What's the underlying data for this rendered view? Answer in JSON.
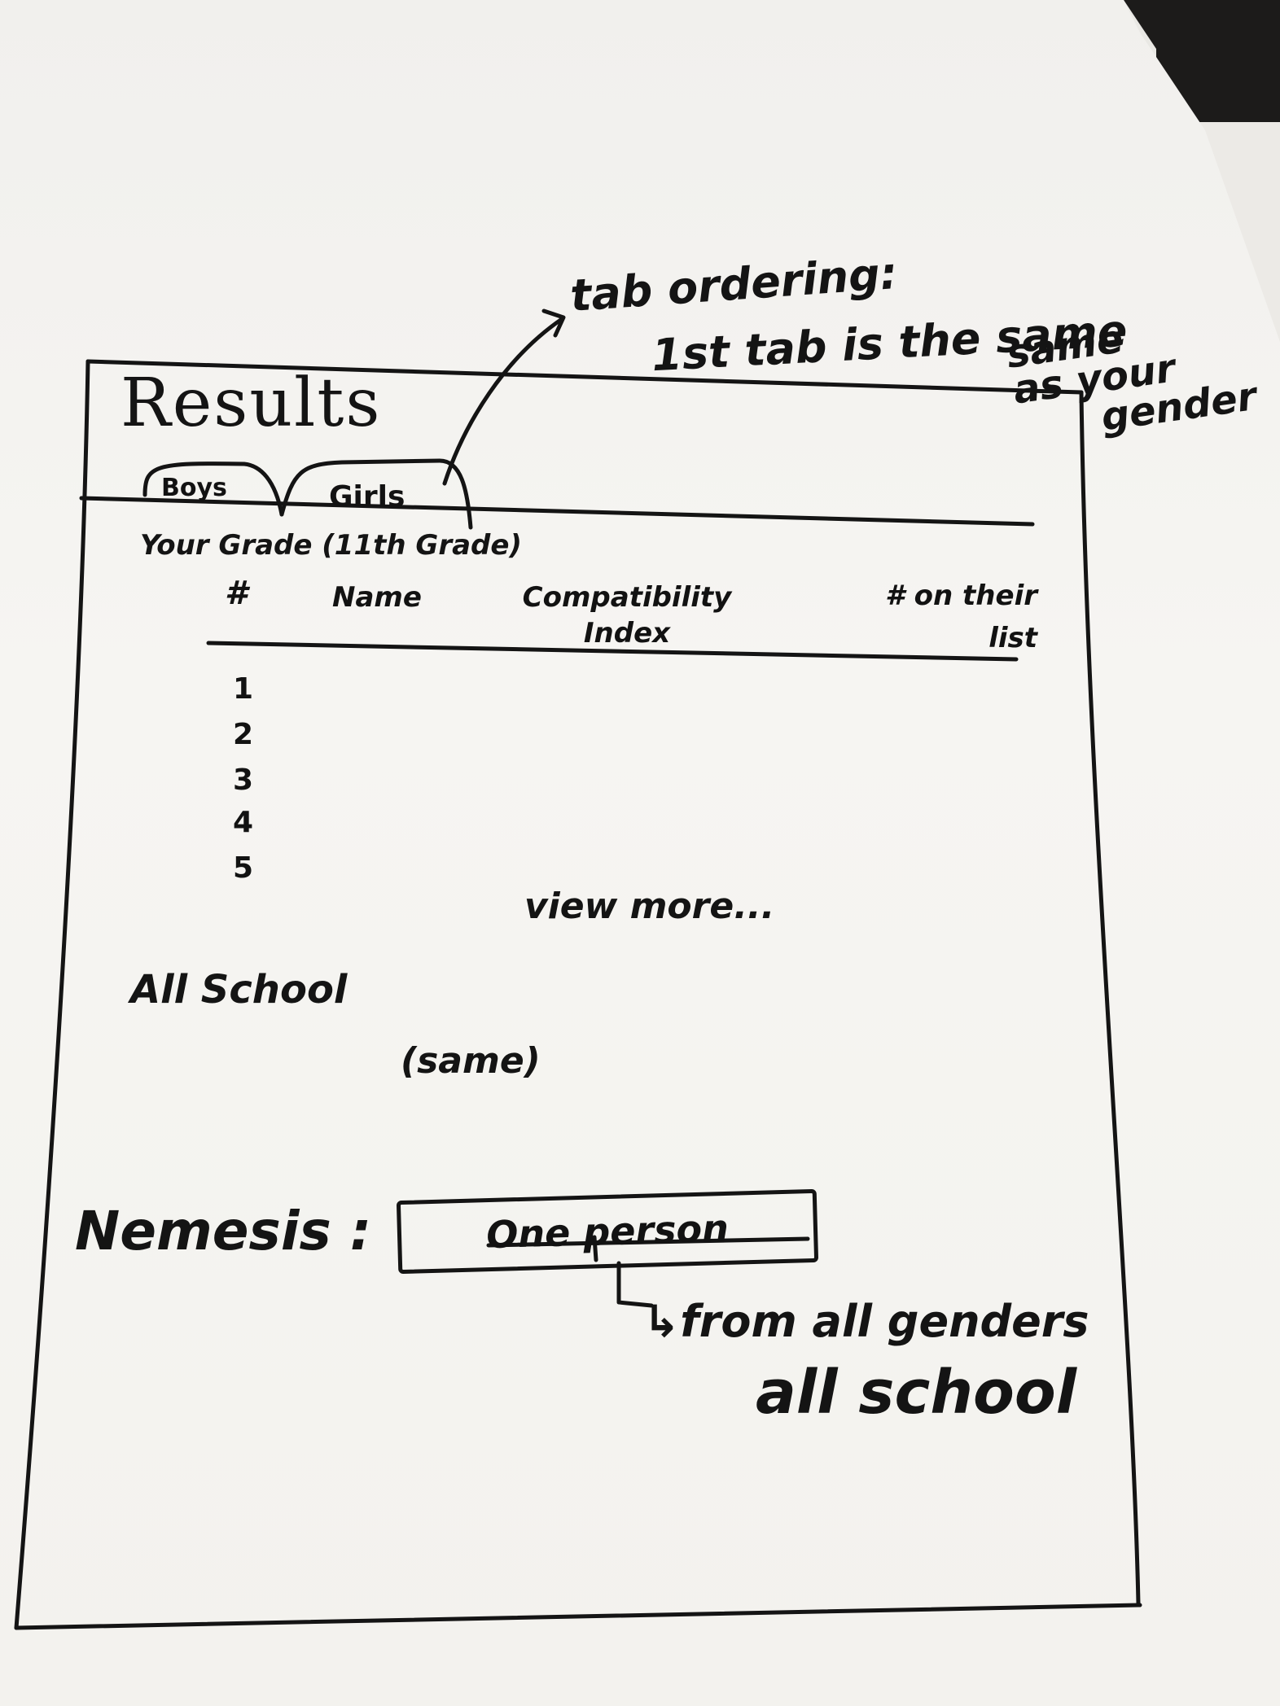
{
  "results_title": "Results",
  "tabs": [
    {
      "label": "Boys"
    },
    {
      "label": "Girls"
    }
  ],
  "annotation": {
    "line1": "tab ordering:",
    "line2": "1st tab is the same",
    "line3": "same",
    "line4": "as your",
    "line5": "gender"
  },
  "grade_section": {
    "title": "Your Grade (11th Grade)",
    "columns": {
      "rank": "#",
      "name": "Name",
      "compat_line1": "Compatibility",
      "compat_line2": "Index",
      "their_line1": "# on their",
      "their_line2": "list"
    },
    "ranks": [
      "1",
      "2",
      "3",
      "4",
      "5"
    ],
    "view_more": "view more..."
  },
  "all_school": {
    "title": "All School",
    "note": "(same)"
  },
  "nemesis": {
    "label": "Nemesis :",
    "value": "One person",
    "note_line1": "↳from all genders",
    "note_line2": "all school"
  }
}
